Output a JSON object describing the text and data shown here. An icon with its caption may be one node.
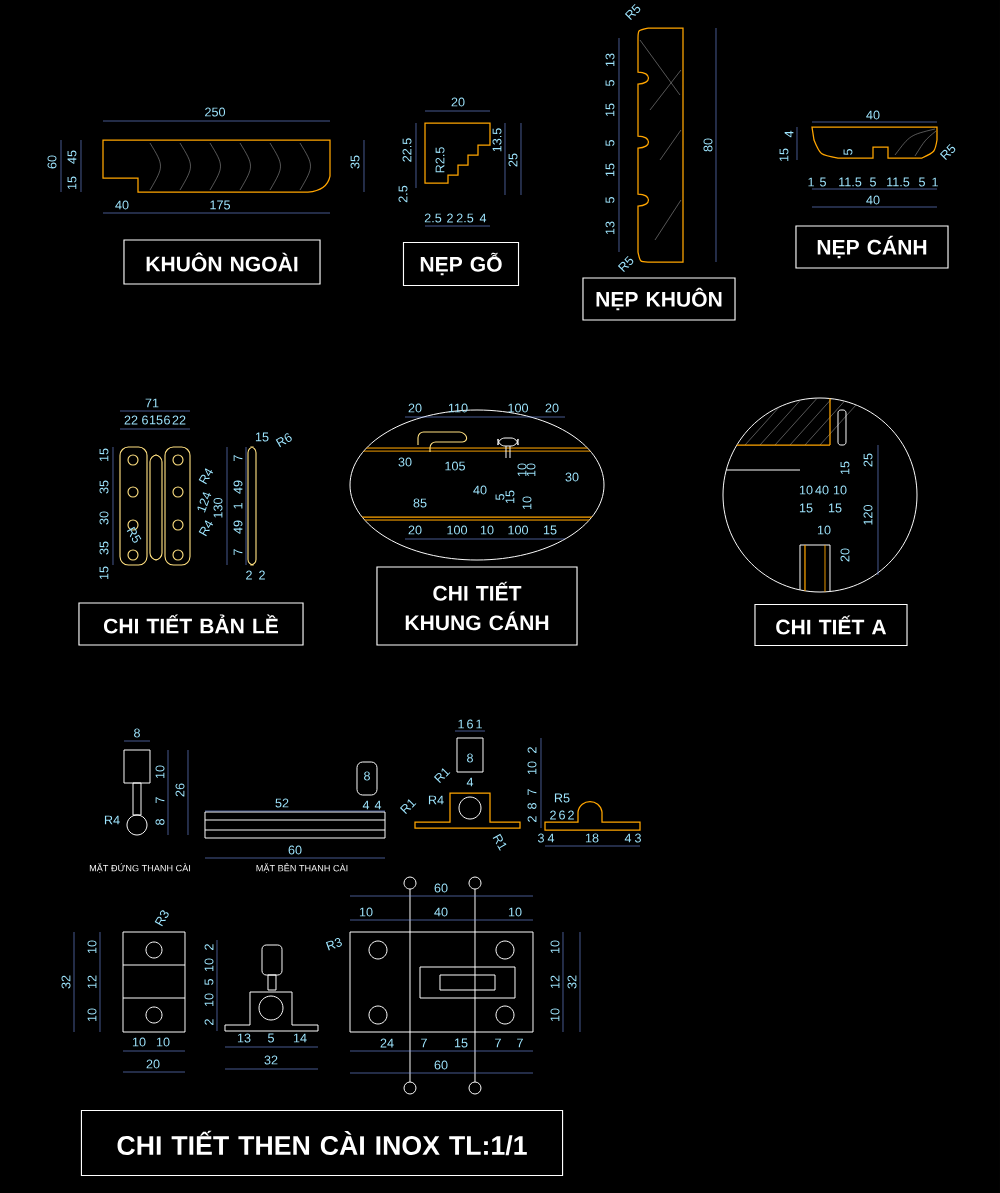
{
  "diagram": {
    "nodes": [
      {
        "text": [
          "KHUÔN NGOÀI"
        ]
      },
      {
        "text": [
          "NẸP GỖ"
        ]
      },
      {
        "text": [
          "NẸP KHUÔN"
        ]
      },
      {
        "text": [
          "NẸP CÁNH"
        ]
      },
      {
        "text": [
          "CHI TIẾT BẢN LỀ"
        ]
      },
      {
        "text": [
          "CHI TIẾT KHUNG CÁNH"
        ]
      },
      {
        "text": [
          "CHI TIẾT A"
        ]
      },
      {
        "text": [
          "CHI TIẾT THEN CÀI INOX TL:1/1"
        ]
      }
    ],
    "labels": [
      "250",
      "60",
      "45",
      "15",
      "40",
      "175",
      "35",
      "20",
      "22.5",
      "2.5",
      "R2.5",
      "13.5",
      "25",
      "2.5",
      "2",
      "2.5",
      "4",
      "R5",
      "13",
      "5",
      "15",
      "5",
      "15",
      "5",
      "13",
      "R5",
      "80",
      "40",
      "4",
      "15",
      "5",
      "R5",
      "1",
      "5",
      "11.5",
      "5",
      "11.5",
      "5",
      "1",
      "40",
      "71",
      "22",
      "6",
      "15",
      "6",
      "22",
      "15",
      "35",
      "30",
      "35",
      "15",
      "R4",
      "124",
      "130",
      "R4",
      "R5",
      "15",
      "R6",
      "7",
      "49",
      "1",
      "49",
      "7",
      "2",
      "2",
      "20",
      "110",
      "100",
      "20",
      "30",
      "105",
      "40",
      "85",
      "5",
      "15",
      "10",
      "10",
      "10",
      "30",
      "20",
      "100",
      "10",
      "100",
      "15",
      "15",
      "25",
      "10",
      "40",
      "10",
      "15",
      "15",
      "120",
      "10",
      "20",
      "8",
      "10",
      "26",
      "7",
      "8",
      "R4",
      "MẶT ĐỨNG THANH CÀI",
      "8",
      "52",
      "4",
      "4",
      "60",
      "MẶT BÊN THANH CÀI",
      "1",
      "6",
      "1",
      "8",
      "2",
      "10",
      "7",
      "8",
      "2",
      "R1",
      "4",
      "R4",
      "R1",
      "R1",
      "R5",
      "2",
      "6",
      "2",
      "3",
      "4",
      "18",
      "4",
      "3",
      "R3",
      "32",
      "10",
      "12",
      "10",
      "10",
      "10",
      "20",
      "2",
      "10",
      "5",
      "10",
      "2",
      "13",
      "5",
      "14",
      "32",
      "60",
      "10",
      "40",
      "10",
      "R3",
      "10",
      "12",
      "10",
      "32",
      "24",
      "7",
      "15",
      "7",
      "7",
      "60"
    ]
  }
}
